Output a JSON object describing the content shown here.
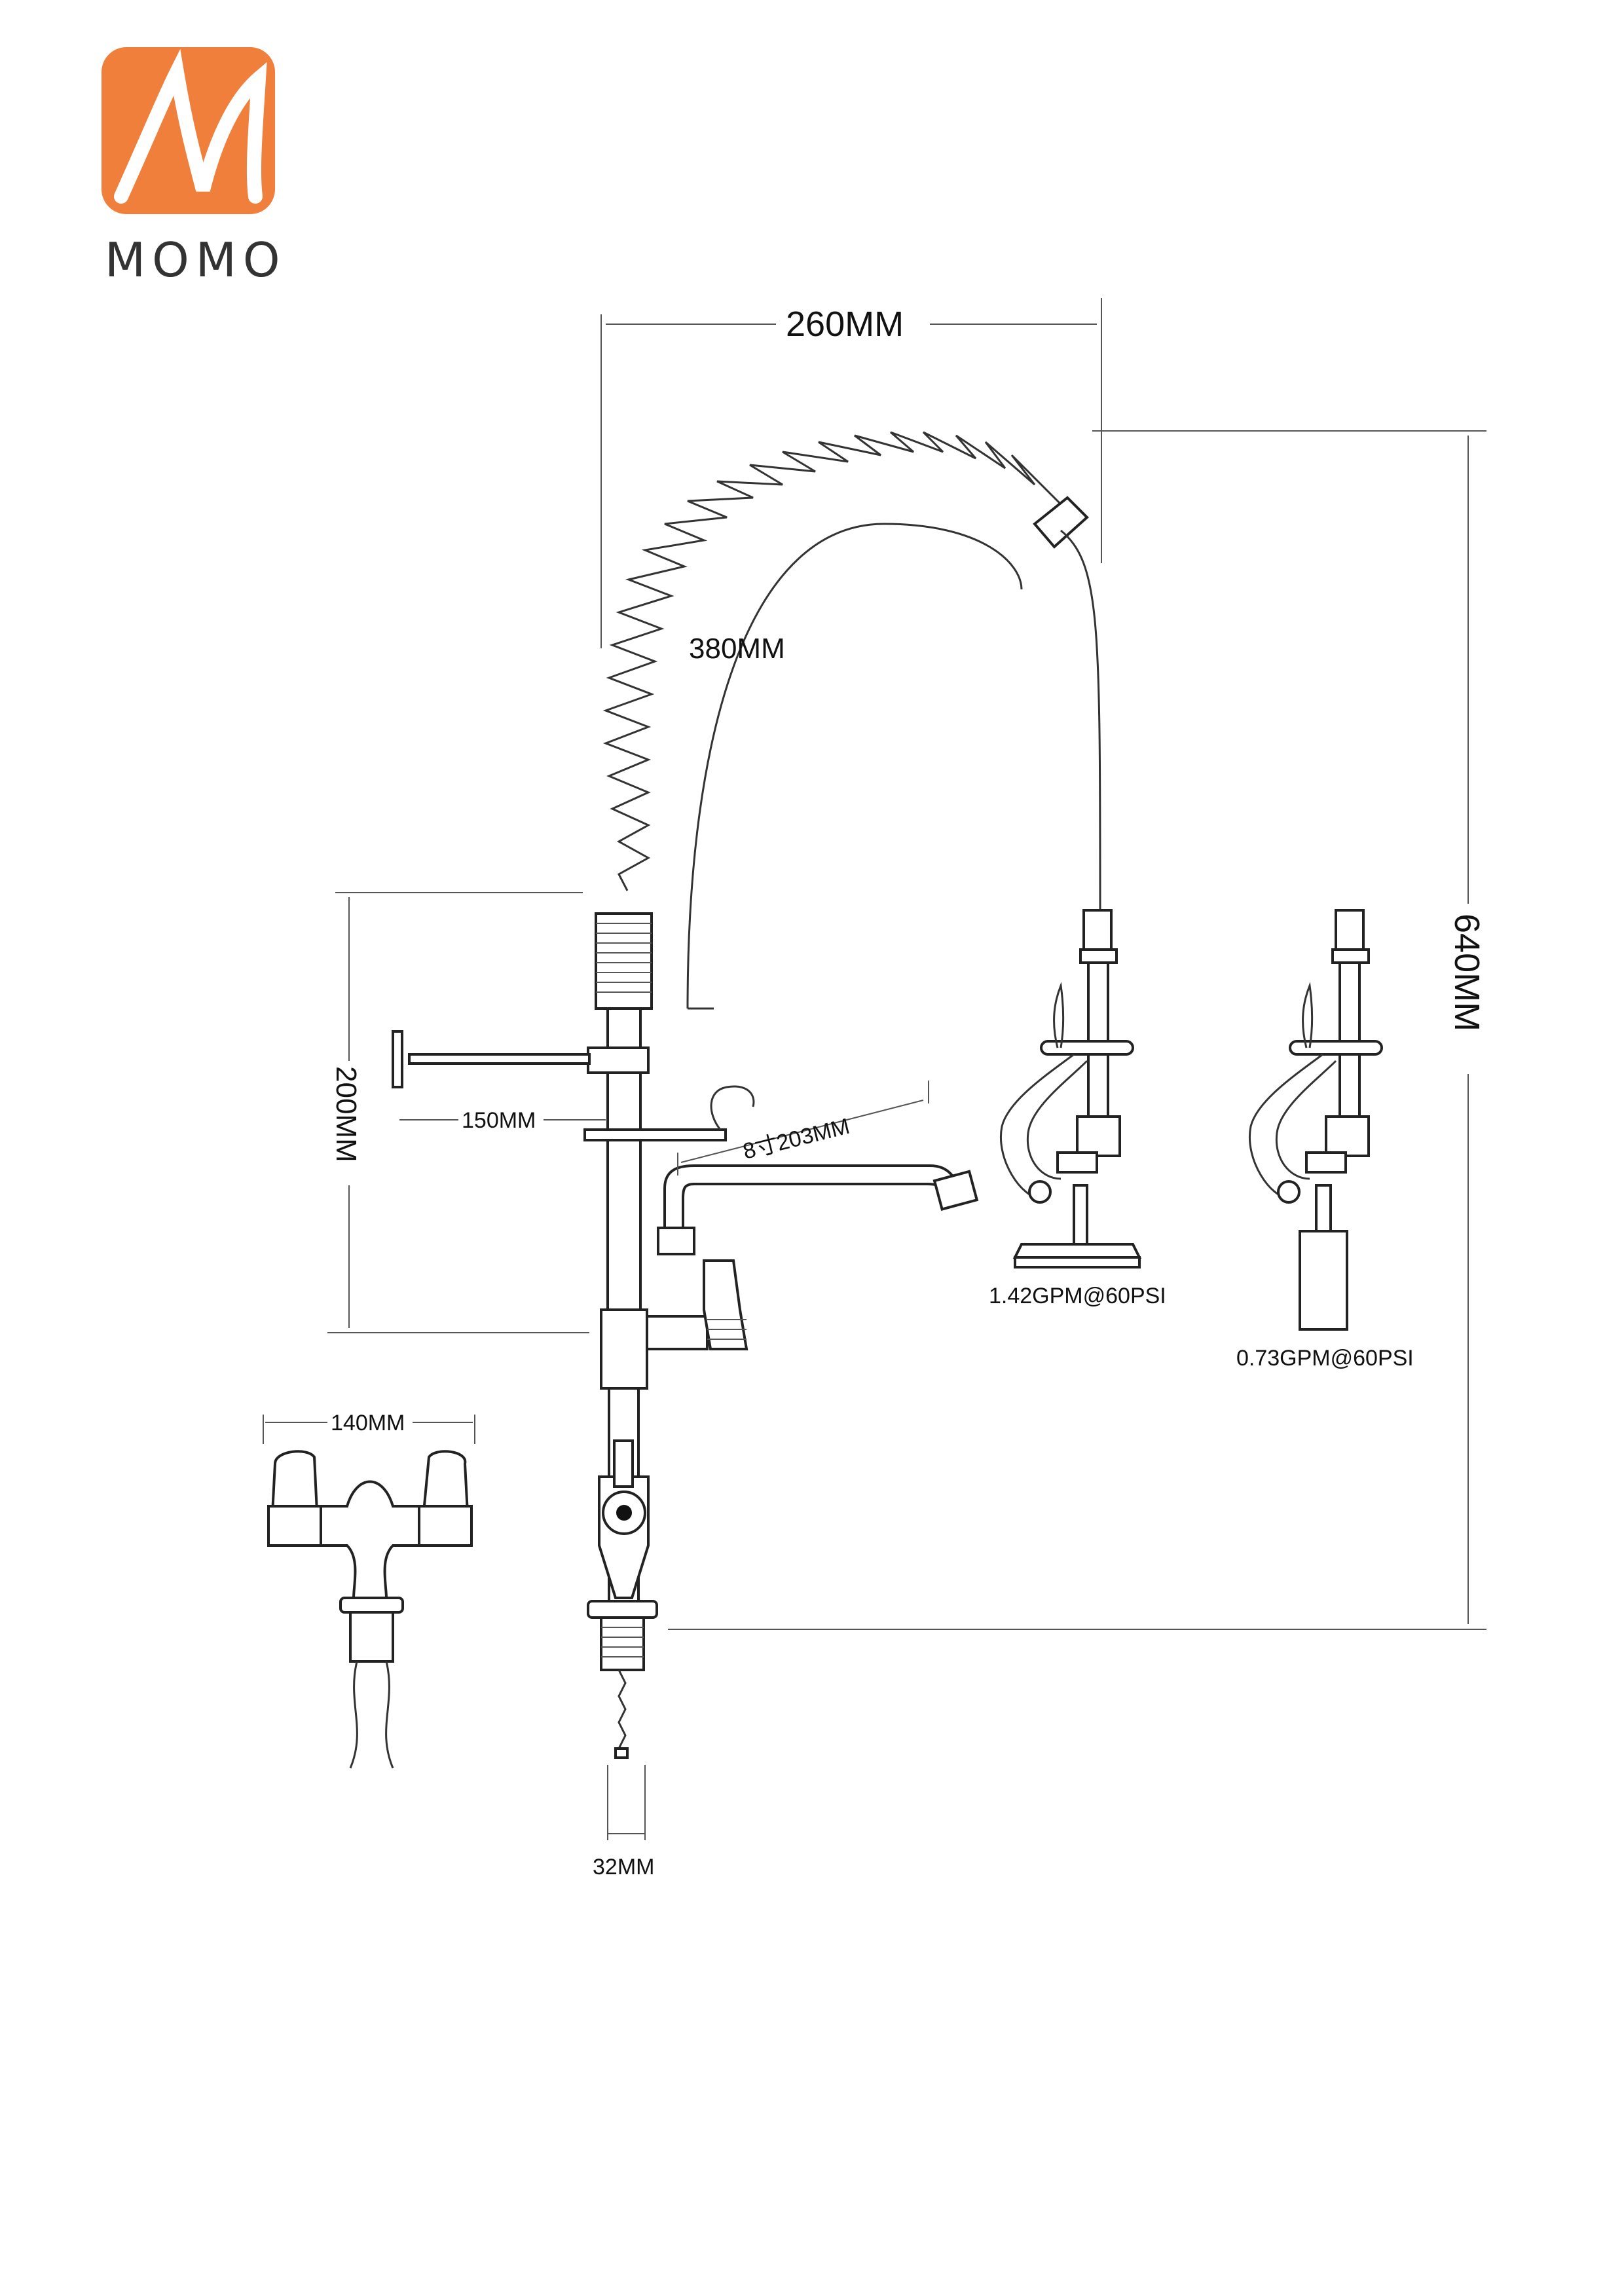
{
  "brand": {
    "name": "MOMO",
    "color": "#f07f3c"
  },
  "dimensions": {
    "width_top": "260MM",
    "hose_reach": "380MM",
    "total_height": "640MM",
    "mid_height": "200MM",
    "hook_arm": "150MM",
    "spout": "8寸203MM",
    "base_width": "140MM",
    "pipe": "32MM"
  },
  "sprayers": {
    "sprayer_a": "1.42GPM@60PSI",
    "sprayer_b": "0.73GPM@60PSI"
  }
}
